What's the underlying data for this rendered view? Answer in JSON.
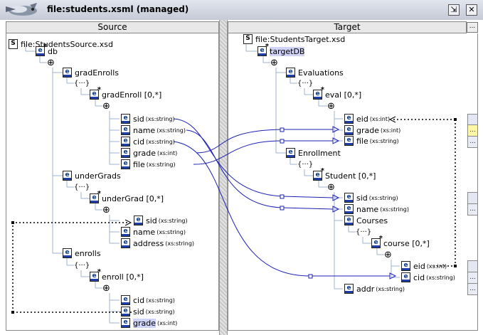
{
  "window": {
    "title": "file:students.xsml (managed)"
  },
  "source_panel": {
    "header": "Source",
    "nodes": {
      "root": "file:StudentsSource.xsd",
      "db": "db",
      "gradEnrolls": "gradEnrolls",
      "gradEnroll": "gradEnroll [0,*]",
      "sid1": "sid",
      "sid1_type": "(xs:string)",
      "name1": "name",
      "name1_type": "(xs:string)",
      "cid1": "cid",
      "cid1_type": "(xs:string)",
      "grade1": "grade",
      "grade1_type": "(xs:int)",
      "file1": "file",
      "file1_type": "(xs:string)",
      "underGrads": "underGrads",
      "underGrad": "underGrad [0,*]",
      "sid2": "sid",
      "sid2_type": "(xs:string)",
      "name2": "name",
      "name2_type": "(xs:string)",
      "address2": "address",
      "address2_type": "(xs:string)",
      "enrolls": "enrolls",
      "enroll": "enroll [0,*]",
      "cid3": "cid",
      "cid3_type": "(xs:string)",
      "sid3": "sid",
      "sid3_type": "(xs:string)",
      "grade3": "grade",
      "grade3_type": "(xs:int)"
    }
  },
  "target_panel": {
    "header": "Target",
    "menu_label": "...",
    "nodes": {
      "root": "file:StudentsTarget.xsd",
      "targetDB": "targetDB",
      "Evaluations": "Evaluations",
      "eval": "eval [0,*]",
      "eid1": "eid",
      "eid1_type": "(xs:int)",
      "grade1": "grade",
      "grade1_type": "(xs:int)",
      "file1": "file",
      "file1_type": "(xs:string)",
      "Enrollment": "Enrollment",
      "Student": "Student [0,*]",
      "sid": "sid",
      "sid_type": "(xs:string)",
      "name": "name",
      "name_type": "(xs:string)",
      "Courses": "Courses",
      "course": "course [0,*]",
      "eid2": "eid",
      "eid2_type": "(xs:int)",
      "cid": "cid",
      "cid_type": "(xs:string)",
      "addr": "addr",
      "addr_type": "(xs:string)"
    }
  },
  "side_buttons": {
    "dots": "..."
  },
  "colors": {
    "mapping_line": "#1c20b4",
    "highlight": "#cfd3f7",
    "tree_line": "#9fb3cc"
  }
}
